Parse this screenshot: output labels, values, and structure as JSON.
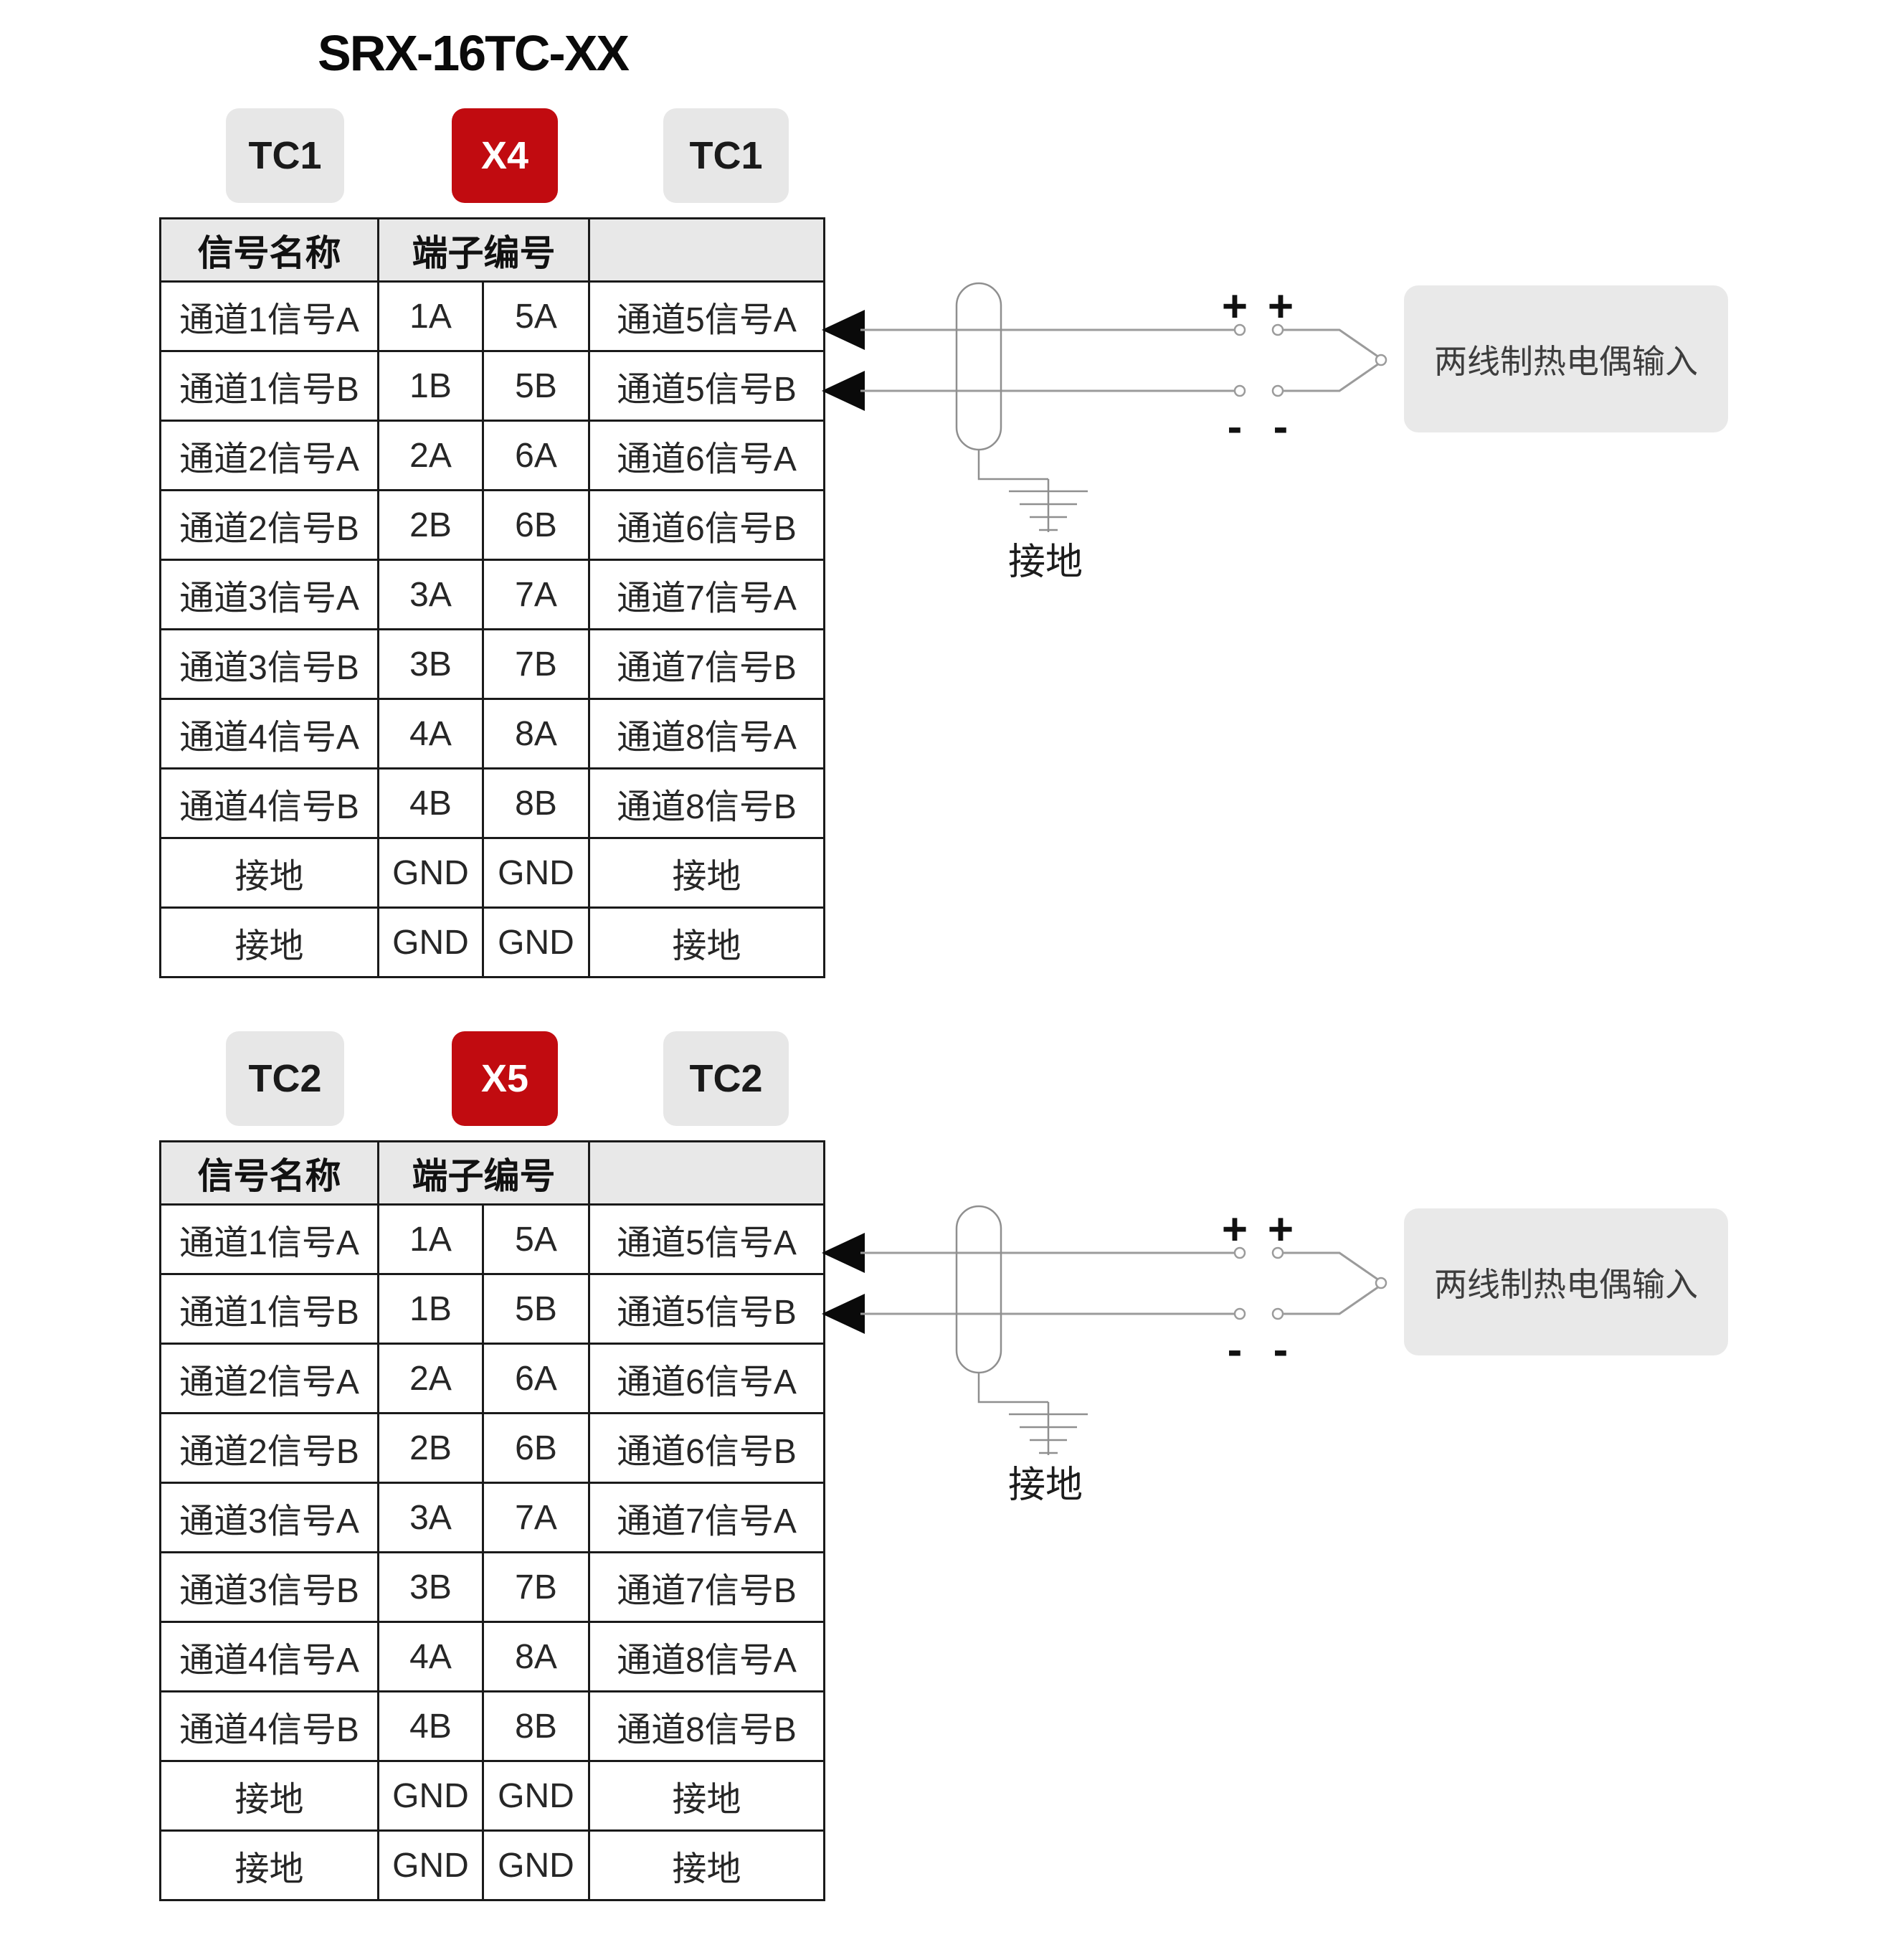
{
  "title": "SRX-16TC-XX",
  "colors": {
    "accent_red": "#C10B10",
    "badge_gray": "#E7E7E7",
    "header_gray": "#E8E8E8",
    "box_gray": "#E9E9E9",
    "table_border": "#1a1a1a",
    "wire_gray": "#9b9b9b"
  },
  "sections": [
    {
      "badge_left": "TC1",
      "badge_center": "X4",
      "badge_right": "TC1",
      "table": {
        "signal_name_header": "信号名称",
        "terminal_number_header": "端子编号",
        "blank_header": "",
        "rows": [
          [
            "通道1信号A",
            "1A",
            "5A",
            "通道5信号A"
          ],
          [
            "通道1信号B",
            "1B",
            "5B",
            "通道5信号B"
          ],
          [
            "通道2信号A",
            "2A",
            "6A",
            "通道6信号A"
          ],
          [
            "通道2信号B",
            "2B",
            "6B",
            "通道6信号B"
          ],
          [
            "通道3信号A",
            "3A",
            "7A",
            "通道7信号A"
          ],
          [
            "通道3信号B",
            "3B",
            "7B",
            "通道7信号B"
          ],
          [
            "通道4信号A",
            "4A",
            "8A",
            "通道8信号A"
          ],
          [
            "通道4信号B",
            "4B",
            "8B",
            "通道8信号B"
          ],
          [
            "接地",
            "GND",
            "GND",
            "接地"
          ],
          [
            "接地",
            "GND",
            "GND",
            "接地"
          ]
        ]
      },
      "diagram": {
        "plus": "+",
        "minus": "-",
        "ground_label": "接地",
        "box_label": "两线制热电偶输入"
      }
    },
    {
      "badge_left": "TC2",
      "badge_center": "X5",
      "badge_right": "TC2",
      "table": {
        "signal_name_header": "信号名称",
        "terminal_number_header": "端子编号",
        "blank_header": "",
        "rows": [
          [
            "通道1信号A",
            "1A",
            "5A",
            "通道5信号A"
          ],
          [
            "通道1信号B",
            "1B",
            "5B",
            "通道5信号B"
          ],
          [
            "通道2信号A",
            "2A",
            "6A",
            "通道6信号A"
          ],
          [
            "通道2信号B",
            "2B",
            "6B",
            "通道6信号B"
          ],
          [
            "通道3信号A",
            "3A",
            "7A",
            "通道7信号A"
          ],
          [
            "通道3信号B",
            "3B",
            "7B",
            "通道7信号B"
          ],
          [
            "通道4信号A",
            "4A",
            "8A",
            "通道8信号A"
          ],
          [
            "通道4信号B",
            "4B",
            "8B",
            "通道8信号B"
          ],
          [
            "接地",
            "GND",
            "GND",
            "接地"
          ],
          [
            "接地",
            "GND",
            "GND",
            "接地"
          ]
        ]
      },
      "diagram": {
        "plus": "+",
        "minus": "-",
        "ground_label": "接地",
        "box_label": "两线制热电偶输入"
      }
    }
  ]
}
